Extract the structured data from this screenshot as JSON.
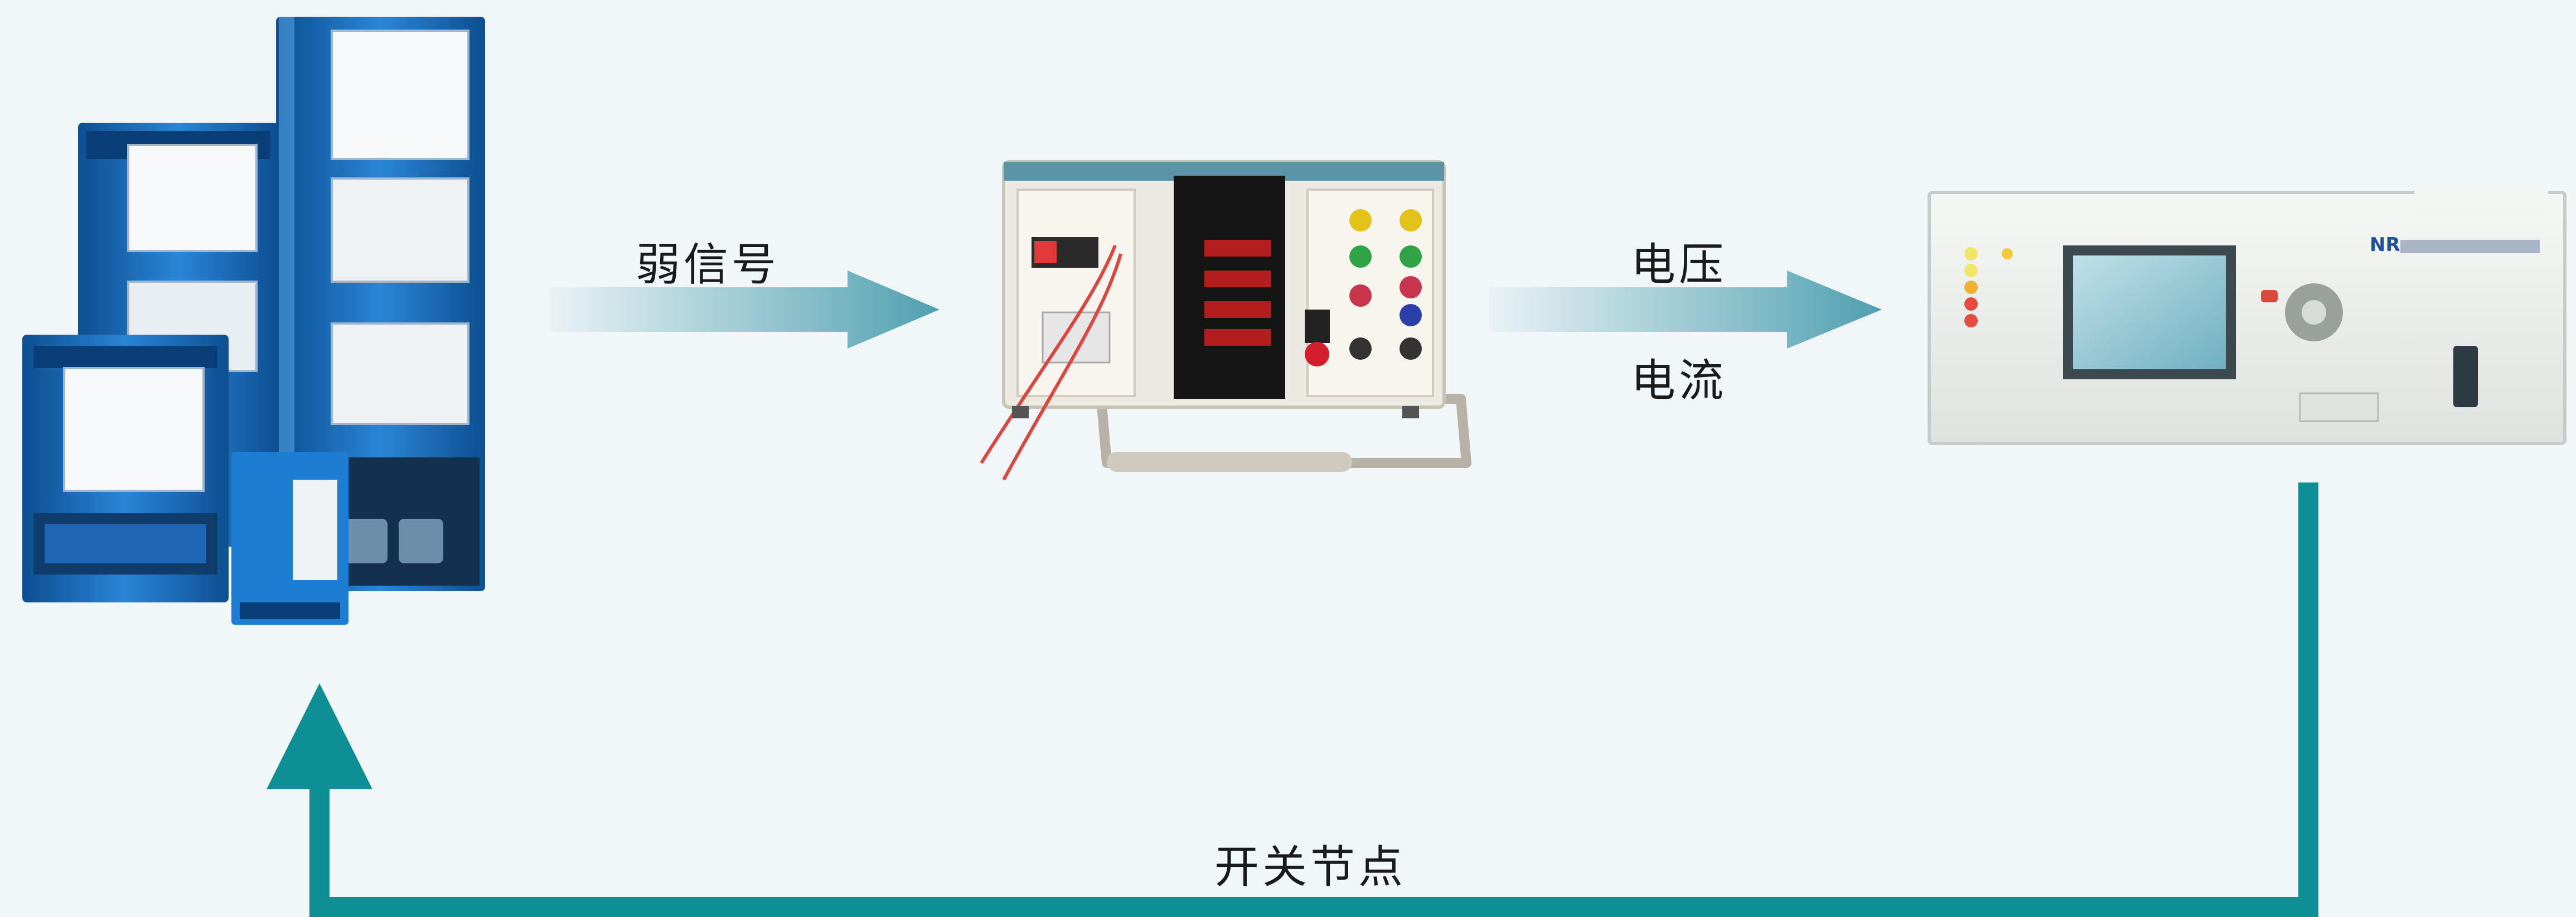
{
  "labels": {
    "weak_signal": "弱信号",
    "voltage": "电压",
    "current": "电流",
    "switch_contact": "开关节点"
  },
  "colors": {
    "background": "#f1f6f8",
    "feedback_line": "#0e8f96",
    "arrow_gradient_end": "#5aa7b6",
    "simulator_blue": "#1b6fc0",
    "test_set_body": "#ece9e0",
    "relay_body": "#eceeea"
  },
  "icons": {
    "simulator": "rtds-cabinet-icon",
    "test_set": "relay-test-set-icon",
    "relay": "protection-relay-icon"
  }
}
